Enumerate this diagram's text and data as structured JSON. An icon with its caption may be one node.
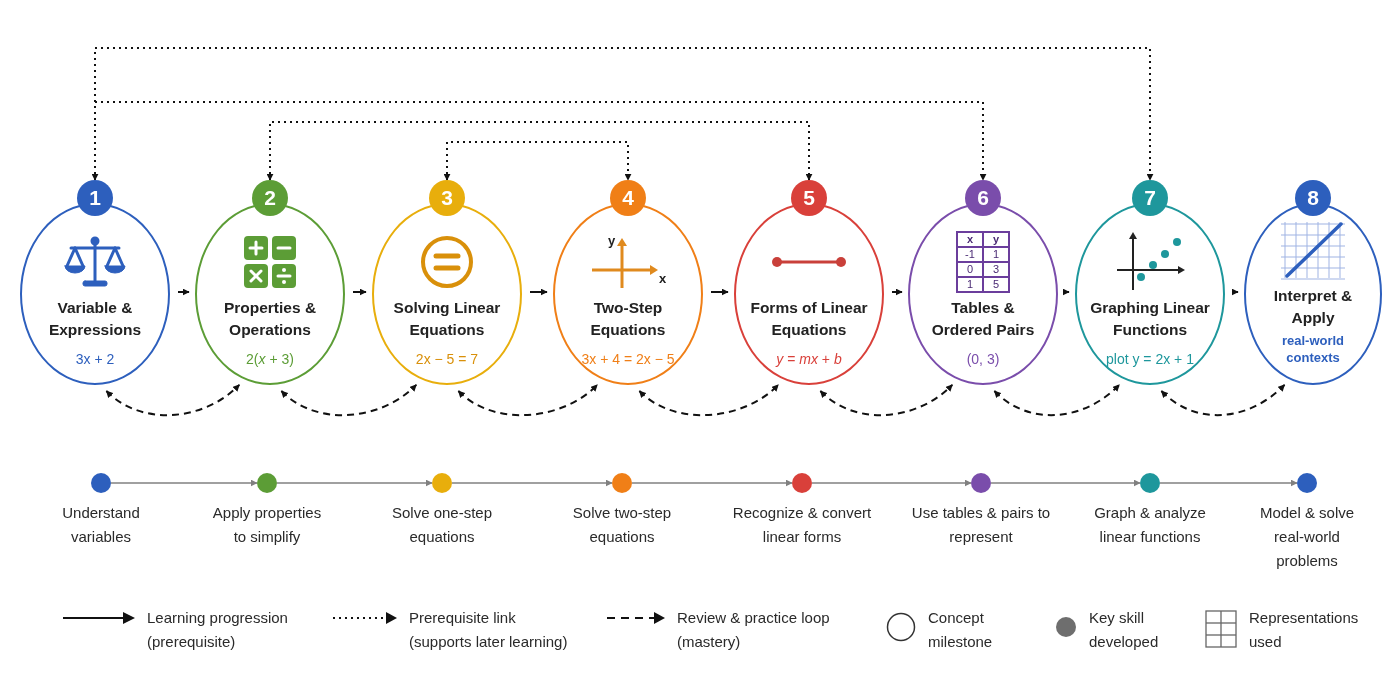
{
  "diagram": {
    "nodes": [
      {
        "text": [
          "1"
        ]
      },
      {
        "text": [
          "2"
        ]
      },
      {
        "text": [
          "3"
        ]
      },
      {
        "text": [
          "4"
        ]
      },
      {
        "text": [
          "5"
        ]
      },
      {
        "text": [
          "6"
        ]
      },
      {
        "text": [
          "7"
        ]
      },
      {
        "text": [
          "8"
        ]
      },
      {
        "text": [
          "Variable & Expressions",
          "3x + 2"
        ]
      },
      {
        "text": [
          "Properties & Operations",
          "2(*x* + 3)"
        ]
      },
      {
        "text": [
          "Solving Linear Equations",
          "2x − 5 = 7"
        ]
      },
      {
        "text": [
          "Two-Step Equations",
          "3x + 4 = 2x − 5"
        ]
      },
      {
        "text": [
          "Forms of Linear Equations",
          "*y* = *mx* + *b*"
        ]
      },
      {
        "text": [
          "Tables & Ordered Pairs",
          "(0, 3)"
        ]
      },
      {
        "text": [
          "Graphing Linear Functions",
          "plot y = 2x + 1"
        ]
      },
      {
        "text": [
          "Interpret & Apply",
          "real-world contexts"
        ]
      },
      {
        "text": [],
        "shape": "circle",
        "beside": [
          "Understand variables"
        ]
      },
      {
        "text": [],
        "shape": "circle",
        "beside": [
          "Apply properties to simplify"
        ]
      },
      {
        "text": [],
        "shape": "circle",
        "beside": [
          "Solve one-step equations"
        ]
      },
      {
        "text": [],
        "shape": "circle",
        "beside": [
          "Solve two-step equations"
        ]
      },
      {
        "text": [],
        "shape": "circle",
        "beside": [
          "Recognize & convert linear forms"
        ]
      },
      {
        "text": [],
        "shape": "circle",
        "beside": [
          "Use tables & pairs to represent"
        ]
      },
      {
        "text": [],
        "shape": "circle",
        "beside": [
          "Graph & analyze linear functions"
        ]
      },
      {
        "text": [],
        "shape": "circle",
        "beside": [
          "Model & solve real-world problems"
        ]
      }
    ],
    "edges": [
      {
        "from": 8,
        "to": 9,
        "arrow": "to"
      },
      {
        "from": 9,
        "to": 10,
        "arrow": "to"
      },
      {
        "from": 10,
        "to": 11,
        "arrow": "to"
      },
      {
        "from": 11,
        "to": 12,
        "arrow": "to"
      },
      {
        "from": 12,
        "to": 13,
        "arrow": "to"
      },
      {
        "from": 13,
        "to": 14,
        "arrow": "to"
      },
      {
        "from": 14,
        "to": 15,
        "arrow": "to"
      },
      {
        "from": 0,
        "to": 6,
        "arrow": "both",
        "style": "dashed"
      },
      {
        "from": 0,
        "to": 5,
        "arrow": "to",
        "style": "dashed"
      },
      {
        "from": 1,
        "to": 4,
        "arrow": "both",
        "style": "dashed"
      },
      {
        "from": 2,
        "to": 3,
        "arrow": "both",
        "style": "dashed"
      },
      {
        "from": 8,
        "to": 9,
        "arrow": "both",
        "style": "dashed"
      },
      {
        "from": 9,
        "to": 10,
        "arrow": "both",
        "style": "dashed"
      },
      {
        "from": 10,
        "to": 11,
        "arrow": "both",
        "style": "dashed"
      },
      {
        "from": 11,
        "to": 12,
        "arrow": "both",
        "style": "dashed"
      },
      {
        "from": 12,
        "to": 13,
        "arrow": "both",
        "style": "dashed"
      },
      {
        "from": 13,
        "to": 14,
        "arrow": "both",
        "style": "dashed"
      },
      {
        "from": 14,
        "to": 15,
        "arrow": "both",
        "style": "dashed"
      },
      {
        "from": 16,
        "to": 17,
        "arrow": "to",
        "color": "#808080"
      },
      {
        "from": 17,
        "to": 18,
        "arrow": "to",
        "color": "#808080"
      },
      {
        "from": 18,
        "to": 19,
        "arrow": "to",
        "color": "#808080"
      },
      {
        "from": 19,
        "to": 20,
        "arrow": "to",
        "color": "#808080"
      },
      {
        "from": 20,
        "to": 21,
        "arrow": "to",
        "color": "#808080"
      },
      {
        "from": 21,
        "to": 22,
        "arrow": "to",
        "color": "#808080"
      },
      {
        "from": 22,
        "to": 23,
        "arrow": "to",
        "color": "#808080"
      }
    ],
    "labels": [
      "y",
      "x",
      "x",
      "y",
      "-1",
      "1",
      "0",
      "3",
      "1",
      "5"
    ],
    "legend": [
      {
        "text": "Learning progression (prerequisite)"
      },
      {
        "text": "Prerequisite link (supports later learning)"
      },
      {
        "text": "Review & practice loop (mastery)"
      },
      {
        "text": "Concept milestone"
      },
      {
        "text": "Key skill developed"
      },
      {
        "text": "Representations used"
      }
    ]
  }
}
